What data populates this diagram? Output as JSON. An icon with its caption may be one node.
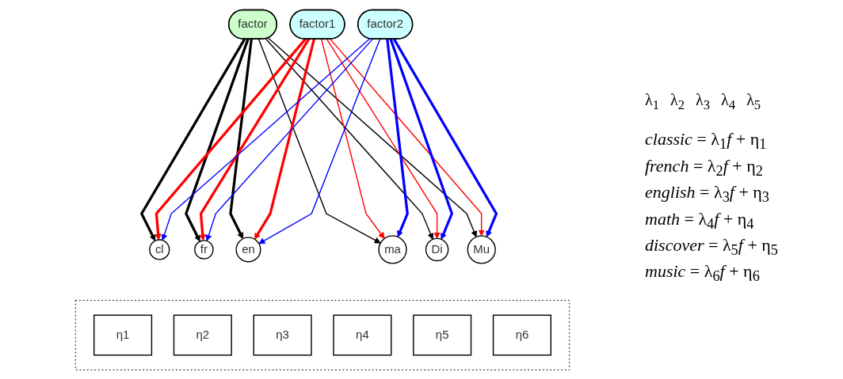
{
  "diagram": {
    "nodes": [
      {
        "text": [
          "factor"
        ]
      },
      {
        "text": [
          "cl"
        ]
      },
      {
        "text": [
          "fr"
        ]
      },
      {
        "text": [
          "en"
        ]
      },
      {
        "text": [
          "ma"
        ]
      },
      {
        "text": [
          "Di"
        ]
      },
      {
        "text": [
          "Mu"
        ]
      },
      {
        "text": [],
        "shape": "box"
      },
      {
        "text": [
          "η1"
        ],
        "in": 7
      },
      {
        "text": [
          "η2"
        ],
        "in": 7
      },
      {
        "text": [
          "η3"
        ],
        "in": 7
      },
      {
        "text": [
          "η4"
        ],
        "in": 7
      },
      {
        "text": [
          "η5"
        ],
        "in": 7
      },
      {
        "text": [
          "η6"
        ],
        "in": 7
      },
      {
        "text": [
          "factor1"
        ]
      },
      {
        "text": [
          "factor2"
        ]
      }
    ],
    "edges": [
      {
        "from": 0,
        "to": 1,
        "arrow": "to",
        "style": "thick"
      },
      {
        "from": 0,
        "to": 2,
        "arrow": "to",
        "style": "thick"
      },
      {
        "from": 0,
        "to": 3,
        "arrow": "to",
        "style": "thick"
      },
      {
        "from": 0,
        "to": 4,
        "arrow": "to"
      },
      {
        "from": 0,
        "to": 5,
        "arrow": "to"
      },
      {
        "from": 0,
        "to": 6,
        "arrow": "to"
      },
      {
        "from": 14,
        "to": 1,
        "arrow": "to",
        "style": "thick",
        "color": "#ff0000"
      },
      {
        "from": 14,
        "to": 2,
        "arrow": "to",
        "style": "thick",
        "color": "#ff0000"
      },
      {
        "from": 14,
        "to": 3,
        "arrow": "to",
        "style": "thick",
        "color": "#ff0000"
      },
      {
        "from": 14,
        "to": 4,
        "arrow": "to",
        "color": "#ff0000"
      },
      {
        "from": 14,
        "to": 5,
        "arrow": "to",
        "color": "#ff0000"
      },
      {
        "from": 14,
        "to": 6,
        "arrow": "to",
        "color": "#ff0000"
      },
      {
        "from": 15,
        "to": 1,
        "arrow": "to",
        "color": "#0000ff"
      },
      {
        "from": 15,
        "to": 2,
        "arrow": "to",
        "color": "#0000ff"
      },
      {
        "from": 15,
        "to": 3,
        "arrow": "to",
        "color": "#0000ff"
      },
      {
        "from": 15,
        "to": 4,
        "arrow": "to",
        "style": "thick",
        "color": "#0000ff"
      },
      {
        "from": 15,
        "to": 5,
        "arrow": "to",
        "style": "thick",
        "color": "#0000ff"
      },
      {
        "from": 15,
        "to": 6,
        "arrow": "to",
        "style": "thick",
        "color": "#0000ff"
      }
    ],
    "labels": [
      "λ$_{1}$",
      "λ$_{2}$",
      "λ$_{3}$",
      "λ$_{4}$",
      "λ$_{5}$",
      "*classic* = λ$_{1}$*f* + η$_{1}$",
      "*french* = λ$_{2}$*f* + η$_{2}$",
      "*english* = λ$_{3}$*f* + η$_{3}$",
      "*math* = λ$_{4}$*f* + η$_{4}$",
      "*discover* = λ$_{5}$*f* + η$_{5}$",
      "*music* = λ$_{6}$*f* + η$_{6}$"
    ]
  }
}
